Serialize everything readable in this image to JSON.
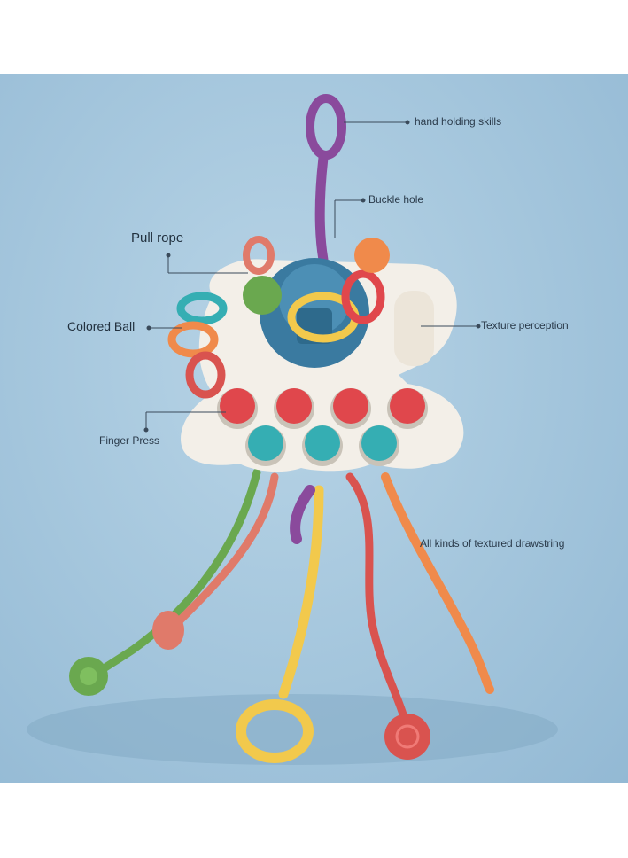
{
  "annotations": {
    "hand_holding": "hand holding skills",
    "buckle_hole": "Buckle hole",
    "pull_rope": "Pull rope",
    "colored_ball": "Colored Ball",
    "texture_perception": "Texture perception",
    "finger_press": "Finger Press",
    "drawstring": "All kinds of textured drawstring"
  },
  "colors": {
    "background": "#a7c8de",
    "body": "#f3efe8",
    "ball": "#3a7aa0",
    "press_red": "#e0474c",
    "press_teal": "#35aeb3",
    "purple": "#8a4a9c",
    "yellow": "#f2c94c",
    "green": "#6aa84f",
    "orange": "#f08a4b",
    "red_rope": "#d9534f"
  }
}
